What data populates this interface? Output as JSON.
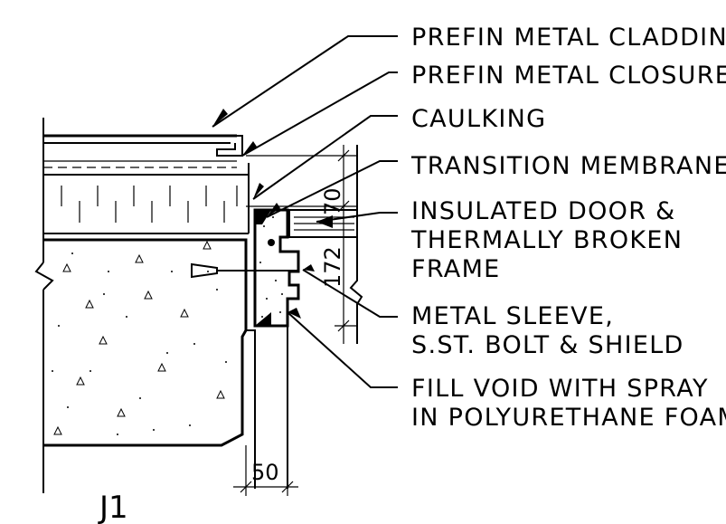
{
  "drawing": {
    "detail_label": "J1",
    "callouts": [
      {
        "id": "prefin-metal-cladding",
        "lines": [
          "PREFIN METAL CLADDING"
        ]
      },
      {
        "id": "prefin-metal-closure",
        "lines": [
          "PREFIN METAL CLOSURE"
        ]
      },
      {
        "id": "caulking",
        "lines": [
          "CAULKING"
        ]
      },
      {
        "id": "transition-membrane",
        "lines": [
          "TRANSITION MEMBRANE"
        ]
      },
      {
        "id": "insulated-door",
        "lines": [
          "INSULATED DOOR &",
          "THERMALLY BROKEN",
          "FRAME"
        ]
      },
      {
        "id": "metal-sleeve",
        "lines": [
          "METAL SLEEVE,",
          "S.ST. BOLT & SHIELD"
        ]
      },
      {
        "id": "fill-void",
        "lines": [
          "FILL VOID WITH SPRAY",
          "IN POLYURETHANE FOAM"
        ]
      }
    ],
    "dimensions": {
      "top": "70",
      "side": "172",
      "bottom": "50"
    }
  }
}
